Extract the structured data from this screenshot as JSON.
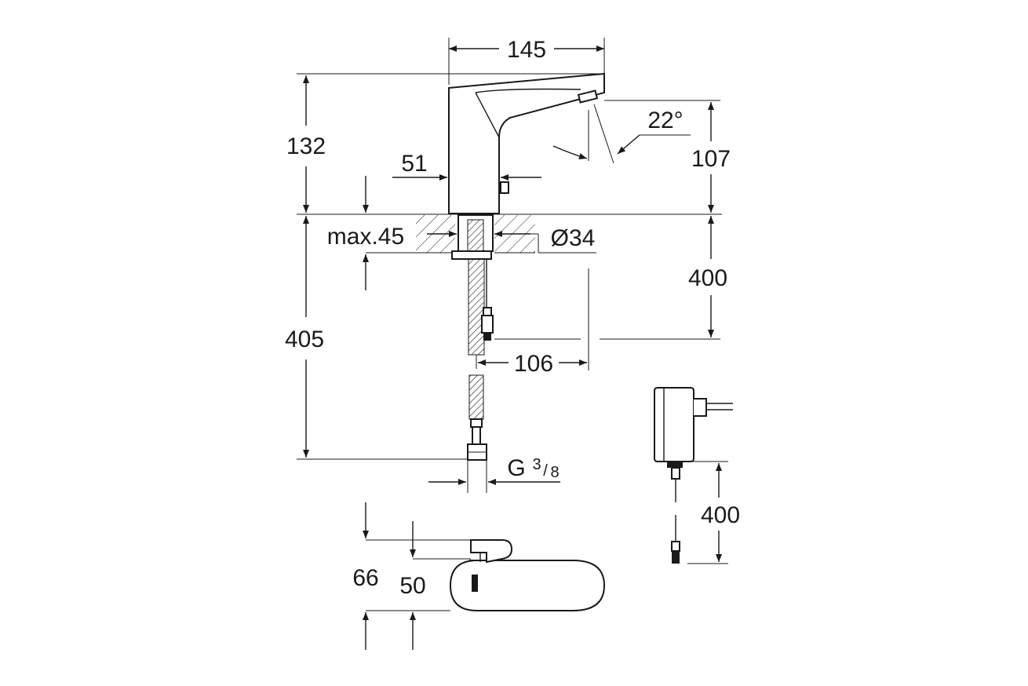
{
  "dimensions": {
    "width_total": "145",
    "height_spout": "132",
    "spout_angle": "22°",
    "height_outlet": "107",
    "body_diameter": "51",
    "deck_thickness": "max.45",
    "hole_diameter": "Ø34",
    "cable_length_faucet": "400",
    "hose_length": "405",
    "cable_offset": "106",
    "connection_thread_G": "G",
    "connection_thread_num": "3",
    "connection_thread_sep": "/",
    "connection_thread_den": "8",
    "plan_depth_total": "66",
    "plan_depth_body": "50",
    "adapter_cable_length": "400"
  }
}
